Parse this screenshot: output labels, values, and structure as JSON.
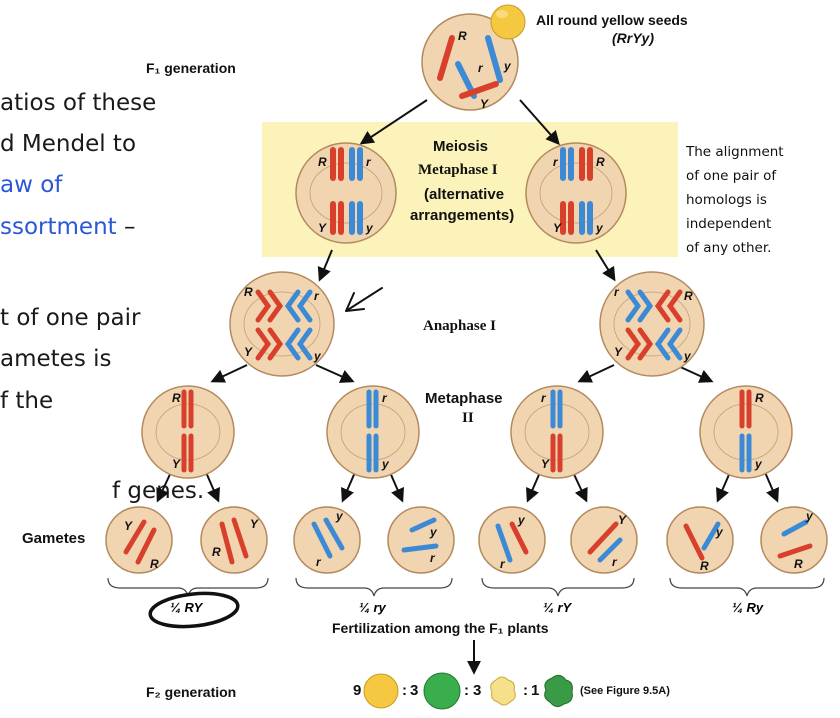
{
  "slide_text_lines": [
    {
      "text": "atios of these",
      "blue": false
    },
    {
      "text": "d Mendel to",
      "blue": false
    },
    {
      "text": "aw of",
      "blue": true
    },
    {
      "text": "ssortment",
      "blue": true,
      "suffix": " –"
    },
    {
      "text": "t of one pair",
      "blue": false
    },
    {
      "text": "ametes is",
      "blue": false
    },
    {
      "text": "f the",
      "blue": false
    },
    {
      "text": "f genes.",
      "blue": false
    }
  ],
  "labels": {
    "f1_generation": "F₁ generation",
    "seeds_line1": "All round yellow seeds",
    "seeds_line2": "(RrYy)",
    "meiosis": "Meiosis",
    "metaphase1": "Metaphase I",
    "alternative": "(alternative",
    "arrangements": "arrangements)",
    "anaphase1": "Anaphase I",
    "metaphase2_a": "Metaphase",
    "metaphase2_b": "II",
    "gametes": "Gametes",
    "fertilization": "Fertilization among the F₁ plants",
    "f2_generation": "F₂ generation",
    "see_figure": "(See Figure 9.5A)"
  },
  "note_lines": [
    "The alignment",
    "of one pair of",
    "homologs is",
    "independent",
    "of any other."
  ],
  "gamete_groups": [
    {
      "fraction": "¼",
      "genotype": "RY"
    },
    {
      "fraction": "¼",
      "genotype": "ry"
    },
    {
      "fraction": "¼",
      "genotype": "rY"
    },
    {
      "fraction": "¼",
      "genotype": "Ry"
    }
  ],
  "ratio": [
    {
      "count": "9",
      "sep": ":"
    },
    {
      "count": "3",
      "sep": ":"
    },
    {
      "count": "3",
      "sep": ":"
    },
    {
      "count": "1",
      "sep": ""
    }
  ],
  "allele_labels": {
    "R": "R",
    "r": "r",
    "Y": "Y",
    "y": "y"
  },
  "colors": {
    "cell_fill": "#f1d5b0",
    "cell_stroke": "#b38a5e",
    "red_chrom": "#d8402c",
    "blue_chrom": "#3c8ad6",
    "highlight": "#fbf3b9",
    "yellow_seed": "#f5c842",
    "green_seed": "#3aae4c"
  }
}
